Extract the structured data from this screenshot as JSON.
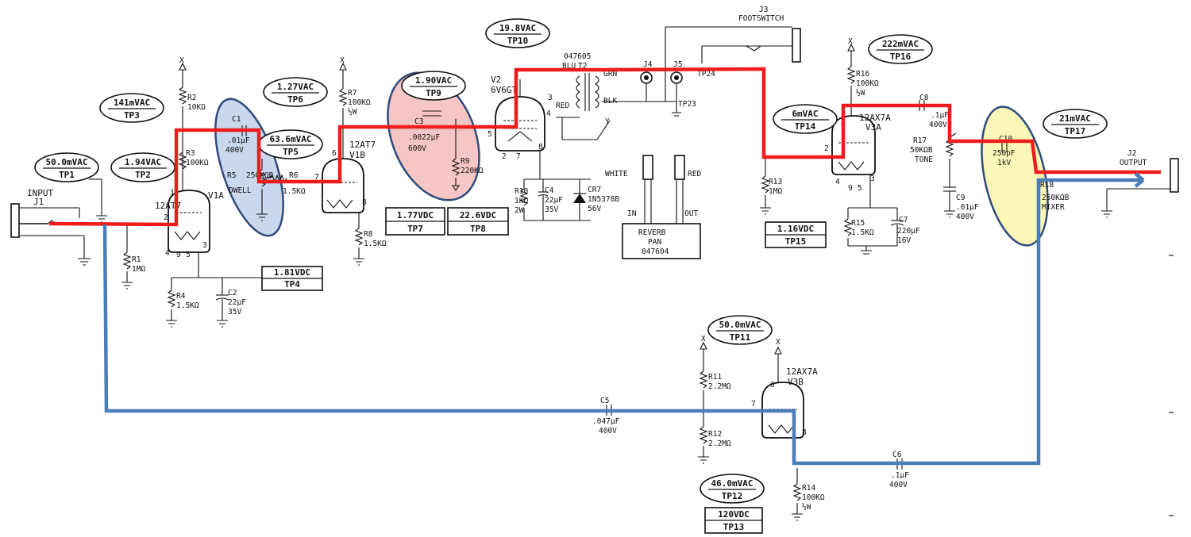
{
  "test_points": [
    {
      "top": "50.0mVAC",
      "bot": "TP1"
    },
    {
      "top": "1.94VAC",
      "bot": "TP2"
    },
    {
      "top": "141mVAC",
      "bot": "TP3"
    },
    {
      "top": "63.6mVAC",
      "bot": "TP5"
    },
    {
      "top": "1.27VAC",
      "bot": "TP6"
    },
    {
      "top": "1.90VAC",
      "bot": "TP9"
    },
    {
      "top": "19.8VAC",
      "bot": "TP10"
    },
    {
      "top": "6mVAC",
      "bot": "TP14"
    },
    {
      "top": "222mVAC",
      "bot": "TP16"
    },
    {
      "top": "21mVAC",
      "bot": "TP17"
    },
    {
      "top": "50.0mVAC",
      "bot": "TP11"
    },
    {
      "top": "46.0mVAC",
      "bot": "TP12"
    }
  ],
  "dc_points": [
    {
      "top": "1.81VDC",
      "bot": "TP4"
    },
    {
      "top": "1.77VDC",
      "bot": "TP7"
    },
    {
      "top": "22.6VDC",
      "bot": "TP8"
    },
    {
      "top": "1.16VDC",
      "bot": "TP15"
    },
    {
      "top": "120VDC",
      "bot": "TP13"
    }
  ],
  "components": {
    "r1": [
      "R1",
      "1MΩ"
    ],
    "r2": [
      "R2",
      "10KΩ"
    ],
    "r3": [
      "R3",
      "100KΩ"
    ],
    "r4": [
      "R4",
      "1.5KΩ"
    ],
    "r5": [
      "R5",
      "250KΩB",
      "DWELL"
    ],
    "r6": [
      "R6",
      "1.5KΩ"
    ],
    "r7": [
      "R7",
      "100KΩ",
      "½W"
    ],
    "r8": [
      "R8",
      "1.5KΩ"
    ],
    "r9": [
      "R9",
      "220KΩ"
    ],
    "r10": [
      "R10",
      "1KΩ",
      "2W"
    ],
    "r11": [
      "R11",
      "2.2MΩ"
    ],
    "r12": [
      "R12",
      "2.2MΩ"
    ],
    "r13": [
      "R13",
      "1MΩ"
    ],
    "r14": [
      "R14",
      "100KΩ",
      "½W"
    ],
    "r15": [
      "R15",
      "1.5KΩ"
    ],
    "r16": [
      "R16",
      "100KΩ",
      "½W"
    ],
    "r17": [
      "R17",
      "50KΩB",
      "TONE"
    ],
    "r18": [
      "R18",
      "250KΩB",
      "MIXER"
    ],
    "c1": [
      "C1",
      ".01µF",
      "400V"
    ],
    "c2": [
      "C2",
      "22µF",
      "35V"
    ],
    "c3": [
      "C3",
      ".0022µF",
      "600V"
    ],
    "c4": [
      "C4",
      "22µF",
      "35V"
    ],
    "c5": [
      "C5",
      ".047µF",
      "400V"
    ],
    "c6": [
      "C6",
      ".1µF",
      "400V"
    ],
    "c7": [
      "C7",
      "220µF",
      "16V"
    ],
    "c8": [
      "C8",
      ".1µF",
      "400V"
    ],
    "c9": [
      "C9",
      ".01µF",
      "400V"
    ],
    "c10": [
      "C10",
      "250pF",
      "1kV"
    ],
    "cr7": [
      "CR7",
      "1N5378B",
      "56V"
    ]
  },
  "tubes": {
    "v1a": [
      "12AT7",
      "V1A"
    ],
    "v1b": [
      "12AT7",
      "V1B"
    ],
    "v2": [
      "V2",
      "6V6GT"
    ],
    "v3a": [
      "12AX7A",
      "V3A"
    ],
    "v3b": [
      "12AX7A",
      "V3B"
    ]
  },
  "connectors": {
    "input": [
      "INPUT",
      "J1"
    ],
    "output": [
      "J2",
      "OUTPUT"
    ],
    "footswitch": [
      "J3",
      "FOOTSWITCH"
    ],
    "j4": "J4",
    "j5": "J5",
    "tp24": "TP24",
    "tp23": "TP23"
  },
  "transformer": {
    "part": "047605",
    "name": "T2",
    "blu": "BLU",
    "red": "RED",
    "grn": "GRN",
    "blk": "BLK"
  },
  "reverb_pan": {
    "l1": "REVERB",
    "l2": "PAN",
    "l3": "047604",
    "white": "WHITE",
    "red": "RED",
    "in": "IN",
    "out": "OUT"
  },
  "misc": {
    "x": "X",
    "y": "Y"
  },
  "pins": {
    "v1a_1": "1",
    "v1a_2": "2",
    "v1a_3": "3",
    "v1b_6": "6",
    "v1b_7": "7",
    "v1b_8": "8",
    "v2_5": "5",
    "v2_4": "4",
    "v2_3": "3",
    "v2_2": "2",
    "v2_7": "7",
    "v2_8": "8",
    "v3a_1": "1",
    "v3a_2": "2",
    "v3a_3": "3",
    "v3b_6": "6",
    "v3b_7": "7",
    "v3b_8": "8",
    "heat_a": "4",
    "heat_b": "9",
    "heat_c": "5"
  },
  "highlight_colors": {
    "forward_path": "#ee1c1c",
    "mixer_path": "#4a7ebb",
    "dwell": "#c9d8ec",
    "c3": "#f6c6c6",
    "c10": "#fbf7b8",
    "ellipse_stroke": "#2f4b7c"
  }
}
